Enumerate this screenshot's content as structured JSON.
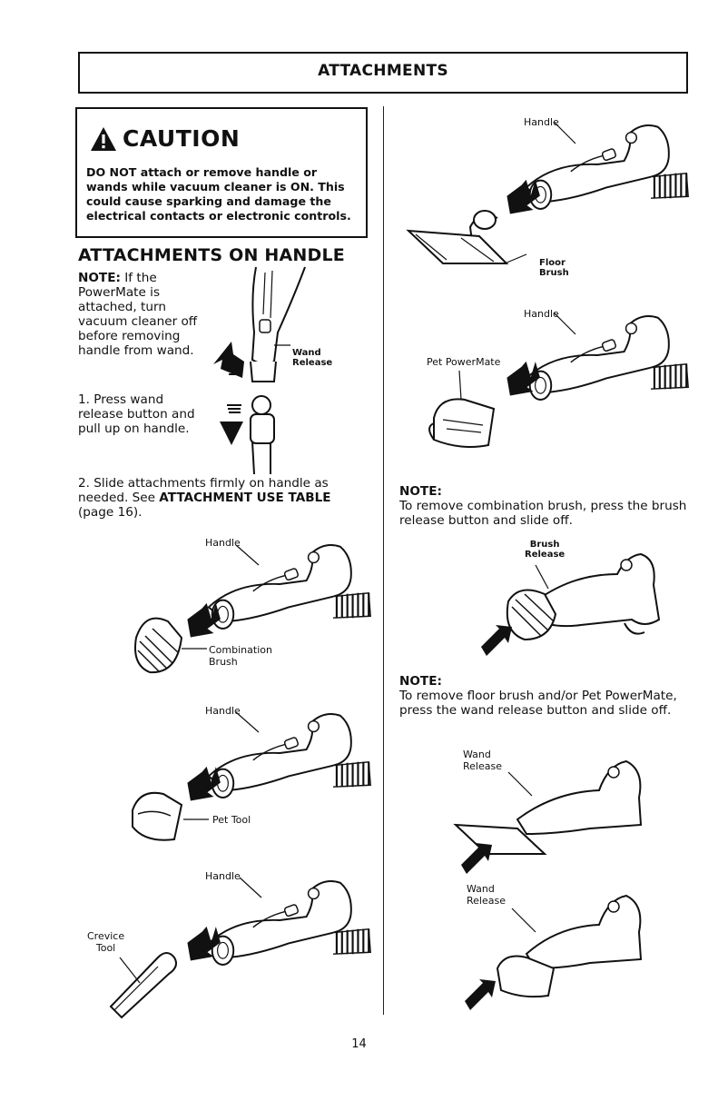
{
  "header": {
    "title": "ATTACHMENTS"
  },
  "caution": {
    "word": "CAUTION",
    "text": "DO NOT attach or remove handle or wands while vacuum cleaner is ON. This could cause sparking and damage the electrical contacts or electronic controls."
  },
  "section": {
    "title": "ATTACHMENTS ON HANDLE",
    "note_label": "NOTE:",
    "note_text": " If the PowerMate is attached, turn vacuum cleaner off before removing handle from wand.",
    "step1": "1. Press wand release button and pull up on handle.",
    "step2_prefix": "2. Slide attachments firmly on handle as needed. See ",
    "step2_ref": "ATTACHMENT USE TABLE",
    "step2_suffix": " (page 16)."
  },
  "labels": {
    "wand_release_1": "Wand",
    "wand_release_2": "Release",
    "handle": "Handle",
    "combination_1": "Combination",
    "combination_2": "Brush",
    "pet_tool": "Pet Tool",
    "crevice_1": "Crevice",
    "crevice_2": "Tool",
    "floor_1": "Floor",
    "floor_2": "Brush",
    "pet_powermate": "Pet PowerMate",
    "brush_release_1": "Brush",
    "brush_release_2": "Release",
    "wand_1": "Wand",
    "release": "Release"
  },
  "notes": {
    "note1_label": "NOTE:",
    "note1_text": "To remove combination brush, press the brush release button and slide off.",
    "note2_label": "NOTE:",
    "note2_text": "To remove floor brush and/or Pet PowerMate, press the wand release button and slide off."
  },
  "page": {
    "number": "14"
  },
  "icons": {
    "warning": "warning-triangle-icon"
  }
}
